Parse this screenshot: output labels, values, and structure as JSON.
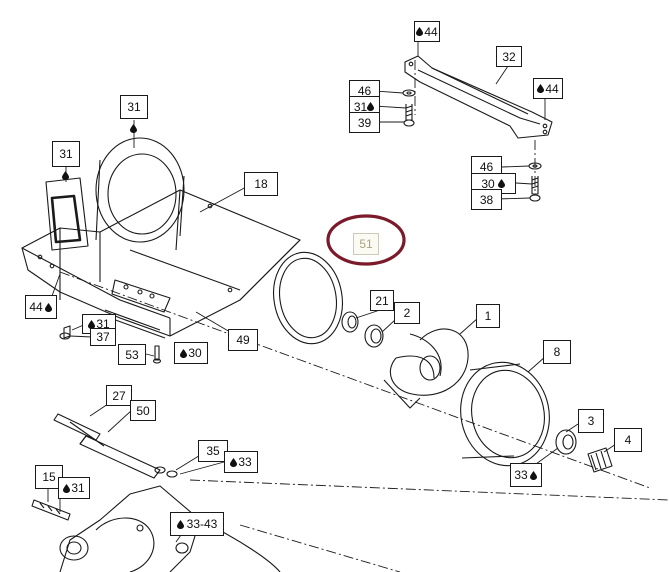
{
  "diagram": {
    "callouts": [
      {
        "id": "c44a",
        "label": "44",
        "sealant": true
      },
      {
        "id": "c32",
        "label": "32",
        "sealant": false
      },
      {
        "id": "c46a",
        "label": "46",
        "sealant": false
      },
      {
        "id": "c31a",
        "label": "31",
        "sealant": true
      },
      {
        "id": "c39",
        "label": "39",
        "sealant": false
      },
      {
        "id": "c44b",
        "label": "44",
        "sealant": true
      },
      {
        "id": "c46b",
        "label": "46",
        "sealant": false
      },
      {
        "id": "c30a",
        "label": "30",
        "sealant": true
      },
      {
        "id": "c38",
        "label": "38",
        "sealant": false
      },
      {
        "id": "c31b",
        "label": "31",
        "sealant": false
      },
      {
        "id": "c31c",
        "label": "31",
        "sealant": false
      },
      {
        "id": "c18",
        "label": "18",
        "sealant": false
      },
      {
        "id": "c51",
        "label": "51",
        "sealant": false,
        "highlighted": true
      },
      {
        "id": "c21",
        "label": "21",
        "sealant": false
      },
      {
        "id": "c2",
        "label": "2",
        "sealant": false
      },
      {
        "id": "c1",
        "label": "1",
        "sealant": false
      },
      {
        "id": "c44c",
        "label": "44",
        "sealant": true
      },
      {
        "id": "c31d",
        "label": "31",
        "sealant": true
      },
      {
        "id": "c37",
        "label": "37",
        "sealant": false
      },
      {
        "id": "c53",
        "label": "53",
        "sealant": false
      },
      {
        "id": "c30b",
        "label": "30",
        "sealant": true
      },
      {
        "id": "c49",
        "label": "49",
        "sealant": false
      },
      {
        "id": "c8",
        "label": "8",
        "sealant": false
      },
      {
        "id": "c27",
        "label": "27",
        "sealant": false
      },
      {
        "id": "c50",
        "label": "50",
        "sealant": false
      },
      {
        "id": "c3",
        "label": "3",
        "sealant": false
      },
      {
        "id": "c4",
        "label": "4",
        "sealant": false
      },
      {
        "id": "c35",
        "label": "35",
        "sealant": false
      },
      {
        "id": "c33a",
        "label": "33",
        "sealant": true
      },
      {
        "id": "c33b",
        "label": "33",
        "sealant": true
      },
      {
        "id": "c15",
        "label": "15",
        "sealant": false
      },
      {
        "id": "c31e",
        "label": "31",
        "sealant": true
      },
      {
        "id": "c3343",
        "label": "33-43",
        "sealant": true
      }
    ],
    "highlight_color": "#7a1a2a",
    "line_color": "#1a1a1a",
    "faded_label_color": "#a9a47f"
  }
}
